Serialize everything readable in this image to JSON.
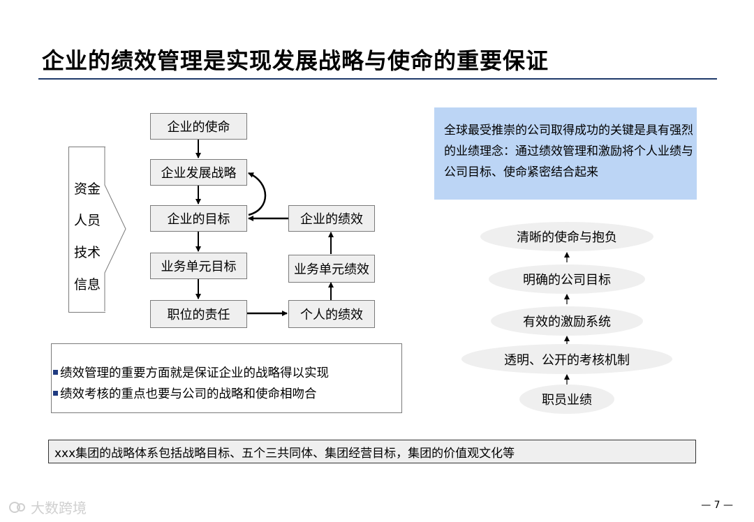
{
  "title": "企业的绩效管理是实现发展战略与使命的重要保证",
  "flow": {
    "mission": "企业的使命",
    "strategy": "企业发展战略",
    "goal": "企业的目标",
    "unit_goal": "业务单元目标",
    "position": "职位的责任",
    "enterprise_perf": "企业的绩效",
    "unit_perf": "业务单元绩效",
    "personal_perf": "个人的绩效"
  },
  "resources": [
    "资金",
    "人员",
    "技术",
    "信息"
  ],
  "callout": "全球最受推崇的公司取得成功的关键是具有强烈的业绩理念：通过绩效管理和激励将个人业绩与公司目标、使命紧密结合起来",
  "pyramid": [
    "清晰的使命与抱负",
    "明确的公司目标",
    "有效的激励系统",
    "透明、公开的考核机制",
    "职员业绩"
  ],
  "bullets": [
    "绩效管理的重要方面就是保证企业的战略得以实现",
    "绩效考核的重点也要与公司的战略和使命相吻合"
  ],
  "bottom_note": "xxx集团的战略体系包括战略目标、五个三共同体、集团经营目标，集团的价值观文化等",
  "page_number": "— 7 —",
  "watermark": "大数跨境",
  "colors": {
    "accent": "#1f3a6b",
    "callout_bg": "#bcd5f5",
    "box_bg": "#efefef"
  }
}
